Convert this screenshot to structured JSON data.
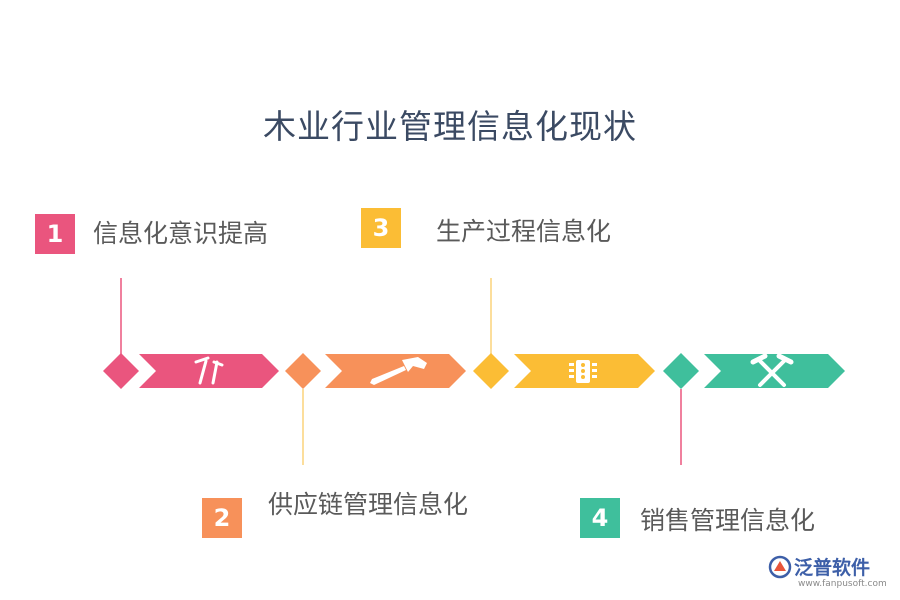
{
  "title": "木业行业管理信息化现状",
  "steps": [
    {
      "number": "1",
      "label": "信息化意识提高",
      "color": "#ea557e"
    },
    {
      "number": "2",
      "label": "供应链管理信息化",
      "color": "#f7915a"
    },
    {
      "number": "3",
      "label": "生产过程信息化",
      "color": "#fbbd35"
    },
    {
      "number": "4",
      "label": "销售管理信息化",
      "color": "#3fbf9c"
    }
  ],
  "icons": [
    "hammer-pair-icon",
    "hammer-icon",
    "traffic-light-icon",
    "crossed-hammers-icon"
  ],
  "watermark": {
    "brand": "泛普软件",
    "url": "www.fanpusoft.com"
  }
}
